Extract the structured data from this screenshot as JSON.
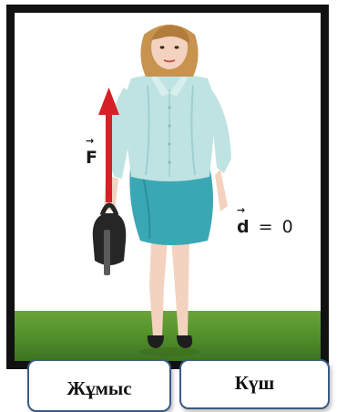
{
  "illustration": {
    "force_symbol": "F",
    "displacement_symbol": "d",
    "equation_rest": "= 0",
    "colors": {
      "arrow": "#d61f26",
      "grass": "#5a962e",
      "blouse": "#bfe3e2",
      "skirt": "#3aa8b4",
      "bag": "#262626",
      "hair": "#c8924f",
      "frame": "#111111"
    },
    "icons": [
      "woman-figure",
      "handbag-icon",
      "force-arrow-icon"
    ]
  },
  "buttons": {
    "work_label": "Жұмыс",
    "force_label": "Күш"
  }
}
